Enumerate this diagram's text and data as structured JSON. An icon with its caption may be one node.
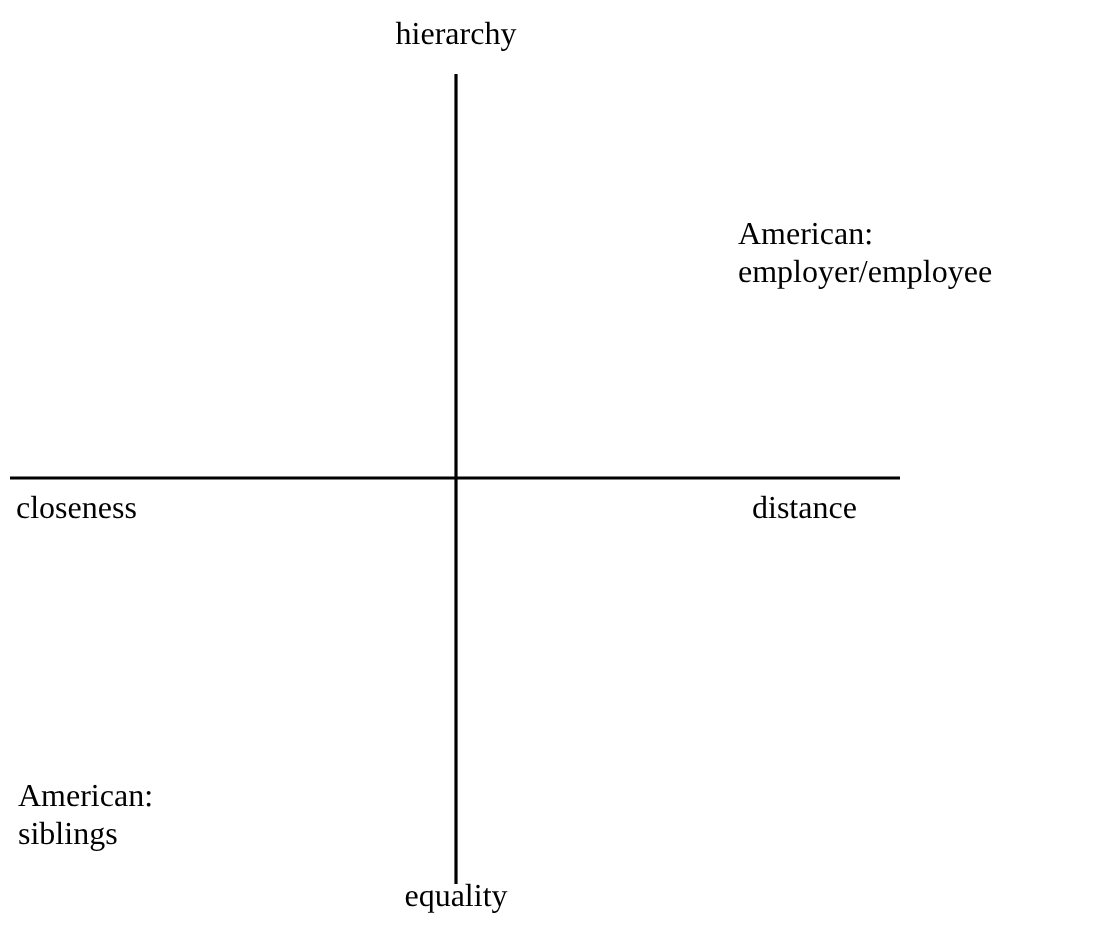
{
  "diagram": {
    "labels": [
      "hierarchy",
      "American: employer/employee",
      "closeness",
      "distance",
      "American: siblings",
      "equality"
    ]
  }
}
